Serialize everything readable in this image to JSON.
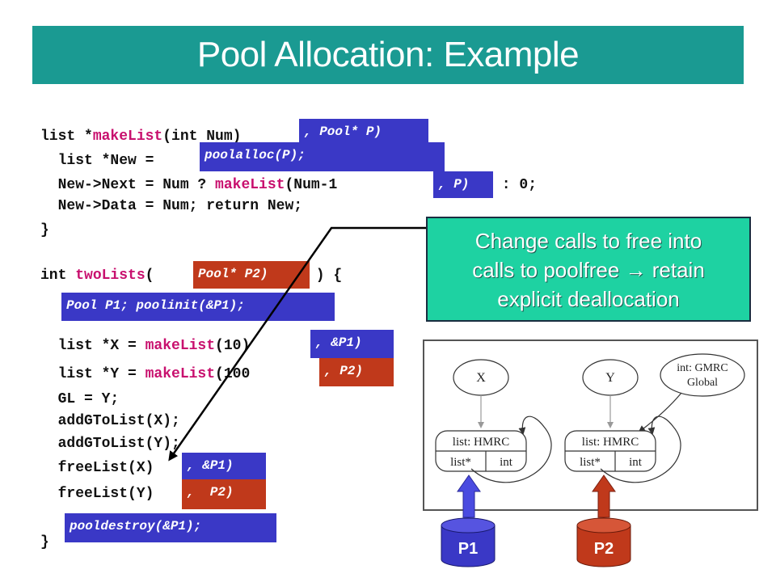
{
  "slide": {
    "title": "Pool Allocation: Example",
    "colors": {
      "title_bar": "#1a9a92",
      "overlay_blue": "#3a38c6",
      "overlay_red": "#c0391b",
      "callout": "#1ed2a2",
      "function_name": "#c8106e",
      "p1_arrow": "#4a4be0",
      "p2_arrow": "#c0391b"
    }
  },
  "code": {
    "l1_a": "list *",
    "l1_fn": "makeList",
    "l1_b": "(int Num)",
    "l2": "  list *New = ",
    "l3_a": "  New->Next = Num ? ",
    "l3_fn": "makeList",
    "l3_b": "(Num-1",
    "l3_c": " : 0;",
    "l4": "  New->Data = Num; return New;",
    "l5": "}",
    "l6_a": "int ",
    "l6_fn": "twoLists",
    "l6_b": "(",
    "l6_c": " ) {",
    "l7_a": "  list *X = ",
    "l7_fn": "makeList",
    "l7_b": "(10)",
    "l8_a": "  list *Y = ",
    "l8_fn": "makeList",
    "l8_b": "(100",
    "l9": "  GL = Y;",
    "l10": "  addGToList(X);",
    "l11": "  addGToList(Y);",
    "l12": "  freeList(X)",
    "l13": "  freeList(Y)",
    "l14": "}"
  },
  "overlays": {
    "pool_param": ", Pool* P)",
    "poolalloc": "poolalloc(P);",
    "pass_p": ", P)",
    "pool_p2_param": "Pool* P2)",
    "pool_init": "Pool P1; poolinit(&P1);",
    "pass_p1": ", &P1)",
    "pass_p2": ", P2)",
    "free_p1": ", &P1)",
    "free_p2": ",  P2)",
    "pooldestroy": "pooldestroy(&P1);"
  },
  "callout": {
    "line1": "Change calls to free into",
    "line2": "calls to poolfree → retain",
    "line3": "explicit deallocation"
  },
  "diagram": {
    "x_label": "X",
    "y_label": "Y",
    "global_line1": "int: GMRC",
    "global_line2": "Global",
    "node1_title": "list: HMRC",
    "node1_f1": "list*",
    "node1_f2": "int",
    "node2_title": "list: HMRC",
    "node2_f1": "list*",
    "node2_f2": "int"
  },
  "pools": {
    "p1": "P1",
    "p2": "P2"
  }
}
